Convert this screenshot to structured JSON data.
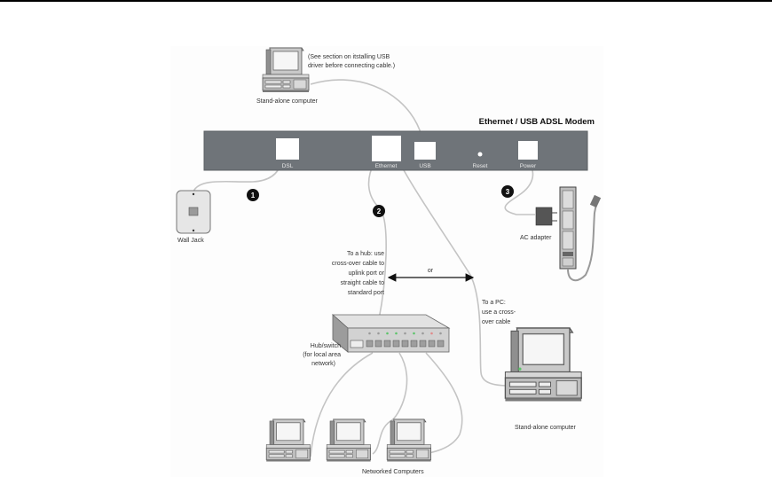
{
  "diagram": {
    "title": "Ethernet / USB ADSL Modem",
    "modem": {
      "ports": [
        {
          "id": "dsl",
          "label": "DSL"
        },
        {
          "id": "ethernet",
          "label": "Ethernet"
        },
        {
          "id": "usb",
          "label": "USB"
        },
        {
          "id": "reset",
          "label": "Reset"
        },
        {
          "id": "power",
          "label": "Power"
        }
      ],
      "body_color": "#6f7479"
    },
    "labels": {
      "usb_note_line1": "(See section on itstalling USB",
      "usb_note_line2": "driver before connecting cable.)",
      "top_computer": "Stand-alone computer",
      "wall_jack": "Wall Jack",
      "ac_adapter": "AC adapter",
      "hub_note": [
        "To a hub: use",
        "cross-over cable to",
        "uplink port or",
        "straight cable to",
        "standard port"
      ],
      "or": "or",
      "pc_note": [
        "To a PC:",
        "use a cross-",
        "over cable"
      ],
      "hub": [
        "Hub/switch",
        "(for local area",
        "network)"
      ],
      "right_computer": "Stand-alone computer",
      "networked": "Networked Computers"
    },
    "steps": [
      "1",
      "2",
      "3"
    ],
    "hub_leds": [
      "#9a9a9a",
      "#9a9a9a",
      "#5cc46a",
      "#5cc46a",
      "#9a9a9a",
      "#5cc46a",
      "#9a9a9a",
      "#e08a8a",
      "#9a9a9a"
    ],
    "colors": {
      "cable": "#c4c4c4",
      "badge": "#111111",
      "device_light": "#d8d8d8",
      "device_mid": "#a9a9a9",
      "device_dark": "#6d6d6d"
    }
  }
}
